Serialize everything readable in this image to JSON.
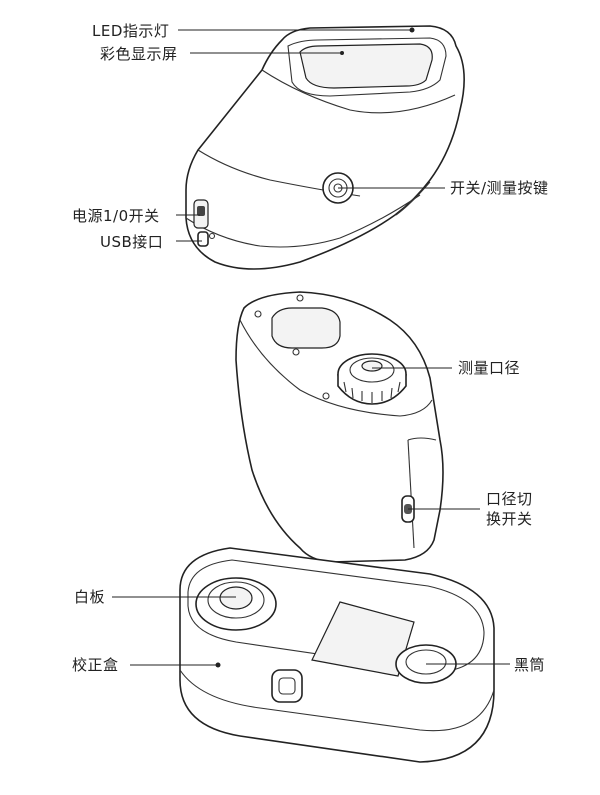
{
  "labels": {
    "led": "LED指示灯",
    "display": "彩色显示屏",
    "power": "电源1/0开关",
    "usb": "USB接口",
    "measure_button": "开关/测量按键",
    "aperture": "测量口径",
    "aperture_switch_line1": "口径切",
    "aperture_switch_line2": "换开关",
    "white_plate": "白板",
    "calibration_box": "校正盒",
    "black_tube": "黑筒"
  }
}
